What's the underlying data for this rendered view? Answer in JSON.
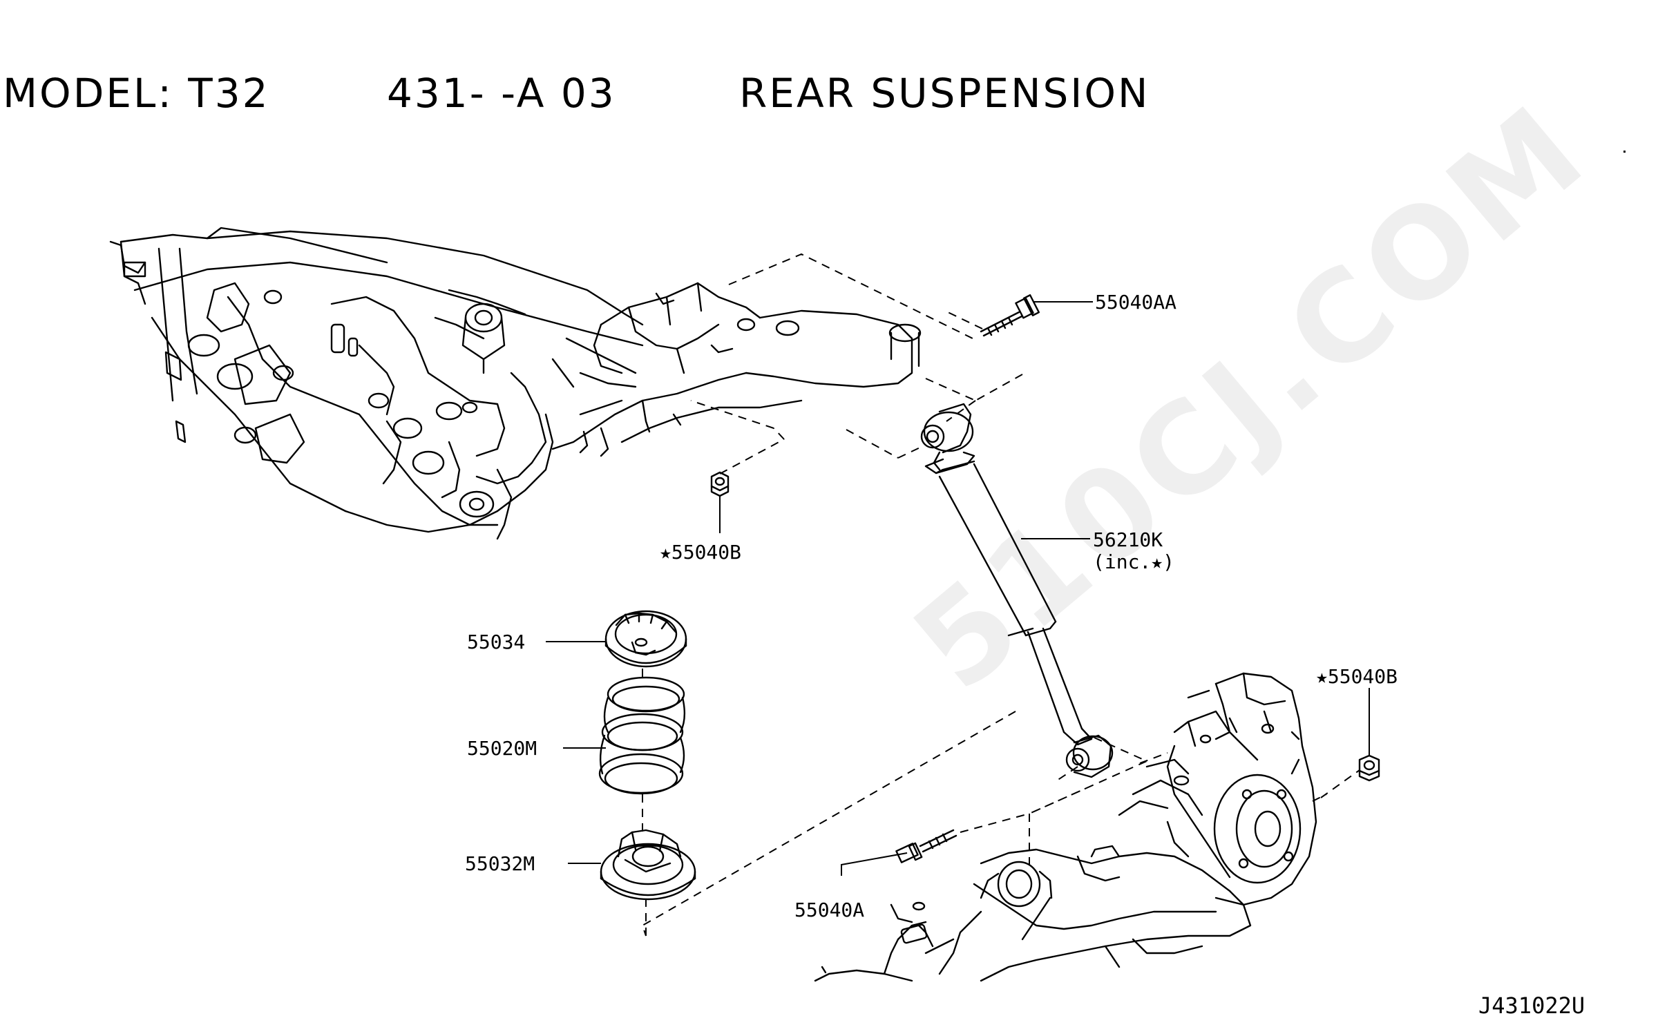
{
  "header": {
    "model": "MODEL: T32",
    "code": "431-   -A 03",
    "title": "REAR SUSPENSION"
  },
  "watermark": "510CJ.COM",
  "parts": {
    "bolt_upper": "55040AA",
    "nut_upper": "★55040B",
    "shock": "56210K",
    "shock_note": "(inc.★)",
    "nut_lower": "★55040B",
    "bolt_lower": "55040A",
    "seat_upper": "55034",
    "spring": "55020M",
    "seat_lower": "55032M"
  },
  "diagram_code": "J431022U"
}
